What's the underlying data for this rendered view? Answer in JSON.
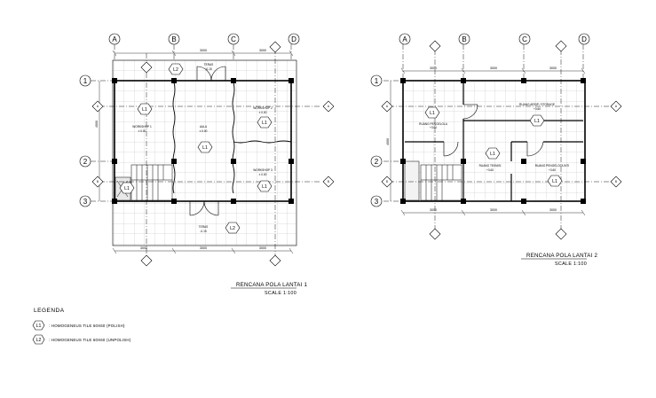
{
  "plan1": {
    "title": "RENCANA POLA LANTAI 1",
    "scale": "SCALE 1:100",
    "axis_letters": [
      "A",
      "B",
      "C",
      "D"
    ],
    "axis_numbers": [
      "1",
      "2",
      "3"
    ],
    "section_marks": [
      "A",
      "B"
    ],
    "rooms": [
      {
        "name": "TERAS",
        "level": "-0.15"
      },
      {
        "name": "WORKSHOP 1",
        "level": "± 0.00"
      },
      {
        "name": "AULA",
        "level": "± 0.00"
      },
      {
        "name": "WORKSHOP 2",
        "level": "± 0.00"
      },
      {
        "name": "WORKSHOP 3",
        "level": "± 0.00"
      },
      {
        "name": "TERAS",
        "level": "-0.15"
      }
    ],
    "tile_tags": [
      "L2",
      "L1",
      "L1",
      "L1",
      "L1",
      "L2",
      "L1"
    ],
    "dims_top": [
      "3000",
      "3000"
    ],
    "dims_bottom": [
      "3000",
      "3000",
      "3000"
    ],
    "dims_side": [
      "4000"
    ]
  },
  "plan2": {
    "title": "RENCANA POLA LANTAI 2",
    "scale": "SCALE 1:100",
    "axis_letters": [
      "A",
      "B",
      "C",
      "D"
    ],
    "axis_numbers": [
      "1",
      "2",
      "3"
    ],
    "section_marks": [
      "A",
      "B"
    ],
    "rooms": [
      {
        "name": "RUANG PENGELOLA",
        "level": "+3.60"
      },
      {
        "name": "RUANG ARSIP / STORAGE",
        "level": "+3.60"
      },
      {
        "name": "RUANG TEKNISI",
        "level": "+3.60"
      },
      {
        "name": "RUANG PENGELOLA INTI",
        "level": "+3.60"
      }
    ],
    "tile_tags": [
      "L1",
      "L1",
      "L1",
      "L1"
    ],
    "dims_top": [
      "3000",
      "3000",
      "3000"
    ],
    "dims_bottom": [
      "3000",
      "3000",
      "3000"
    ],
    "dims_side": [
      "4000"
    ]
  },
  "legend": {
    "title": "LEGENDA",
    "items": [
      {
        "tag": "L1",
        "text": ": HOMOGENEUS TILE 60X60 (POLISH)"
      },
      {
        "tag": "L2",
        "text": ": HOMOGENEUS TILE 60X60 (UNPOLISH)"
      }
    ]
  }
}
